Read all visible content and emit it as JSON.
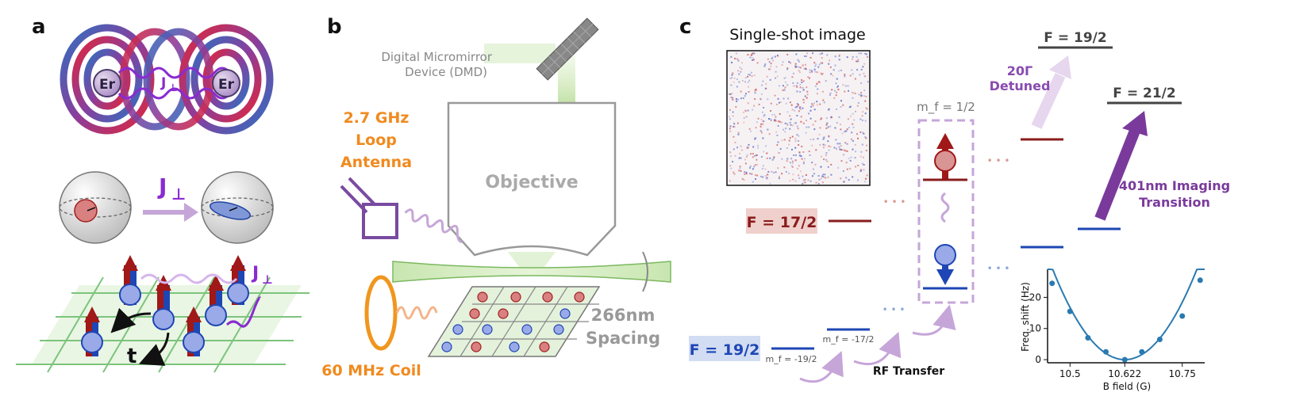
{
  "panel_labels": {
    "a": "a",
    "b": "b",
    "c": "c"
  },
  "panel_a": {
    "atom_label": "Er",
    "coupling_symbol": "J",
    "coupling_subscript": "⊥",
    "hopping_symbol": "t"
  },
  "panel_b": {
    "dmd_line1": "Digital Micromirror",
    "dmd_line2": "Device (DMD)",
    "antenna_line1": "2.7 GHz",
    "antenna_line2": "Loop",
    "antenna_line3": "Antenna",
    "objective_label": "Objective",
    "coil_label": "60 MHz Coil",
    "spacing_line1": "266nm",
    "spacing_line2": "Spacing"
  },
  "panel_c": {
    "image_title": "Single-shot image",
    "f17": "F = 17/2",
    "f19_ground": "F = 19/2",
    "f19_excited": "F = 19/2",
    "f21_excited": "F = 21/2",
    "mf_half": "m_f = 1/2",
    "mf_m17": "m_f = -17/2",
    "mf_m19": "m_f = -19/2",
    "rf_transfer": "RF Transfer",
    "detuned_line1": "20Γ",
    "detuned_line2": "Detuned",
    "imaging_line1": "401nm Imaging",
    "imaging_line2": "Transition",
    "ellipsis": "• • •"
  },
  "chart_data": {
    "type": "scatter",
    "xlabel": "B field (G)",
    "ylabel": "Freq. shift (Hz)",
    "x_ticks": [
      10.5,
      10.622,
      10.75
    ],
    "y_ticks": [
      0,
      10,
      20
    ],
    "xlim": [
      10.45,
      10.8
    ],
    "ylim": [
      -1,
      29
    ],
    "x": [
      10.46,
      10.5,
      10.54,
      10.58,
      10.622,
      10.66,
      10.7,
      10.75,
      10.79
    ],
    "y": [
      24.5,
      15.5,
      7.0,
      2.5,
      0.0,
      2.5,
      6.5,
      14.0,
      25.5
    ],
    "color": "#2a7ab0"
  }
}
